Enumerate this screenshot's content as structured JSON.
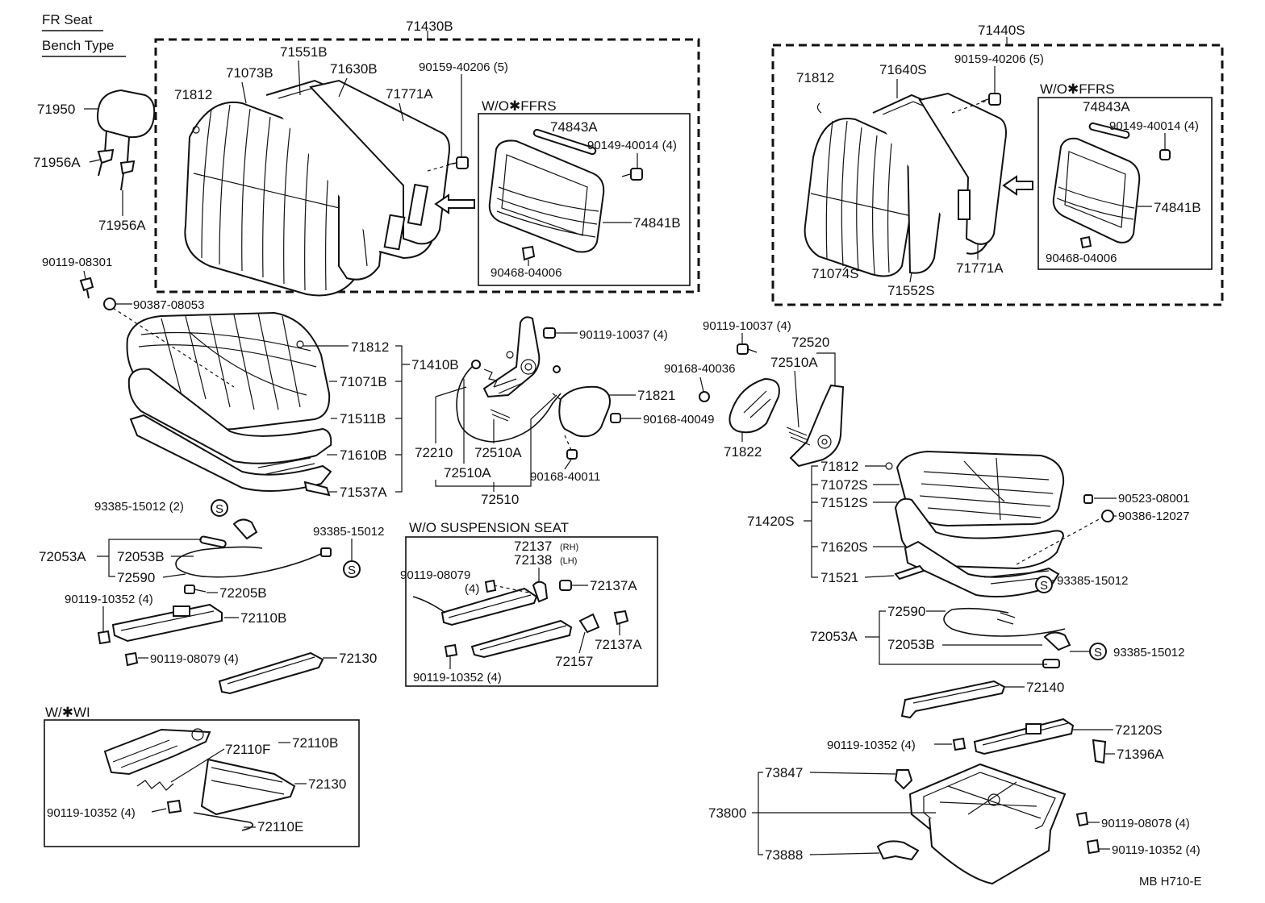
{
  "header": {
    "title": "FR Seat",
    "subtitle": "Bench Type"
  },
  "footer": {
    "code": "MB  H710-E"
  },
  "sections": {
    "wo_ffrs_left": "W/O✱FFRS",
    "wo_ffrs_right": "W/O✱FFRS",
    "wo_suspension": "W/O SUSPENSION  SEAT",
    "w_wi": "W/✱WI"
  },
  "labels": {
    "p71430B": "71430B",
    "p71551B": "71551B",
    "p71073B": "71073B",
    "p71630B": "71630B",
    "p71812a": "71812",
    "p71771Aa": "71771A",
    "p90159a": "90159-40206 (5)",
    "p74843Aa": "74843A",
    "p90149a": "90149-40014 (4)",
    "p74841Ba": "74841B",
    "p90468a": "90468-04006",
    "p71950": "71950",
    "p71956Aa": "71956A",
    "p71956Ab": "71956A",
    "p90119_08301": "90119-08301",
    "p90387": "90387-08053",
    "p71440S": "71440S",
    "p71812b": "71812",
    "p71640S": "71640S",
    "p90159b": "90159-40206 (5)",
    "p74843Ab": "74843A",
    "p90149b": "90149-40014 (4)",
    "p74841Bb": "74841B",
    "p90468b": "90468-04006",
    "p71074S": "71074S",
    "p71552S": "71552S",
    "p71771Ab": "71771A",
    "p71812c": "71812",
    "p71071B": "71071B",
    "p71511B": "71511B",
    "p71610B": "71610B",
    "p71537A": "71537A",
    "p71410B": "71410B",
    "p90119_10037a": "90119-10037 (4)",
    "p71821": "71821",
    "p90168_40049": "90168-40049",
    "p72210": "72210",
    "p72510Aa": "72510A",
    "p72510Ab": "72510A",
    "p90168_40011": "90168-40011",
    "p72510": "72510",
    "p90119_10037b": "90119-10037 (4)",
    "p72520": "72520",
    "p72510Ac": "72510A",
    "p90168_40036": "90168-40036",
    "p71822": "71822",
    "p71812d": "71812",
    "p71072S": "71072S",
    "p71512S": "71512S",
    "p71420S": "71420S",
    "p71620S": "71620S",
    "p71521": "71521",
    "p90523": "90523-08001",
    "p90386": "90386-12027",
    "p93385a": "93385-15012",
    "p93385_2": "93385-15012 (2)",
    "p93385b": "93385-15012",
    "p72053Aa": "72053A",
    "p72053Ba": "72053B",
    "p72590a": "72590",
    "p72205B": "72205B",
    "p90119_10352a": "90119-10352 (4)",
    "p72110Ba": "72110B",
    "p90119_08079a": "90119-08079 (4)",
    "p72130a": "72130",
    "p72137": "72137",
    "p72137_rh": "(RH)",
    "p72138": "72138",
    "p72138_lh": "(LH)",
    "p90119_08079b": "90119-08079",
    "p90119_08079b_qty": "(4)",
    "p72137Aa": "72137A",
    "p72137Ab": "72137A",
    "p72157": "72157",
    "p90119_10352b": "90119-10352 (4)",
    "p72590b": "72590",
    "p72053Ab": "72053A",
    "p72053Bb": "72053B",
    "p93385c": "93385-15012",
    "p72140": "72140",
    "p90119_10352c": "90119-10352 (4)",
    "p72120S": "72120S",
    "p71396A": "71396A",
    "p73847": "73847",
    "p73800": "73800",
    "p90119_08078": "90119-08078 (4)",
    "p73888": "73888",
    "p90119_10352d": "90119-10352 (4)",
    "p72110F": "72110F",
    "p72110Bb": "72110B",
    "p72130b": "72130",
    "p90119_10352e": "90119-10352 (4)",
    "p72110E": "72110E",
    "s_mark": "S"
  }
}
